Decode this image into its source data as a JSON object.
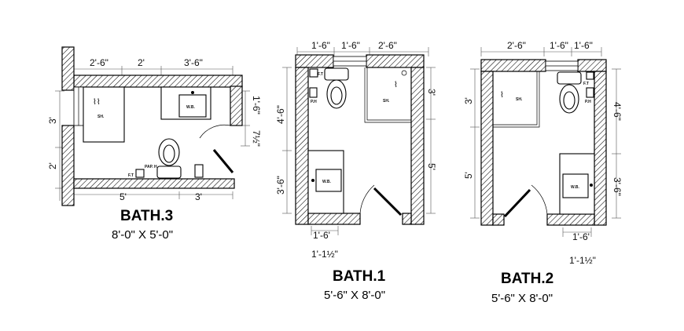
{
  "plans": [
    {
      "title": "BATH.3",
      "size": "8'-0\" X 5'-0\"",
      "top_dims": [
        "2'-6\"",
        "2'",
        "3'-6\""
      ],
      "bottom_dims": [
        "5'",
        "3'"
      ],
      "left_dims": [
        "3'",
        "2'"
      ],
      "right_dims": [
        "1'-6\"",
        "7½\""
      ],
      "labels": {
        "shower": "SH.",
        "washbasin": "W.B.",
        "fixture_a": "F.T",
        "fixture_b": "PAP. H"
      }
    },
    {
      "title": "BATH.1",
      "size": "5'-6\" X 8'-0\"",
      "top_dims": [
        "1'-6\"",
        "1'-6\"",
        "2'-6\""
      ],
      "left_dims": [
        "4'-6\"",
        "3'-6\""
      ],
      "right_dims": [
        "3'",
        "5'"
      ],
      "bottom_dims": [
        "1'-6'",
        "1'-1½\""
      ],
      "labels": {
        "shower": "SH.",
        "washbasin": "W.B.",
        "fixture_a": "F.T",
        "fixture_b": "P.H"
      }
    },
    {
      "title": "BATH.2",
      "size": "5'-6\" X 8'-0\"",
      "top_dims": [
        "2'-6\"",
        "1'-6\"",
        "1'-6\""
      ],
      "left_dims": [
        "3'",
        "5'"
      ],
      "right_dims": [
        "4'-6\"",
        "3'-6\""
      ],
      "bottom_dims": [
        "1'-6'",
        "1'-1½\""
      ],
      "labels": {
        "shower": "SH.",
        "washbasin": "W.B.",
        "fixture_a": "F.T",
        "fixture_b": "P.H"
      }
    }
  ]
}
